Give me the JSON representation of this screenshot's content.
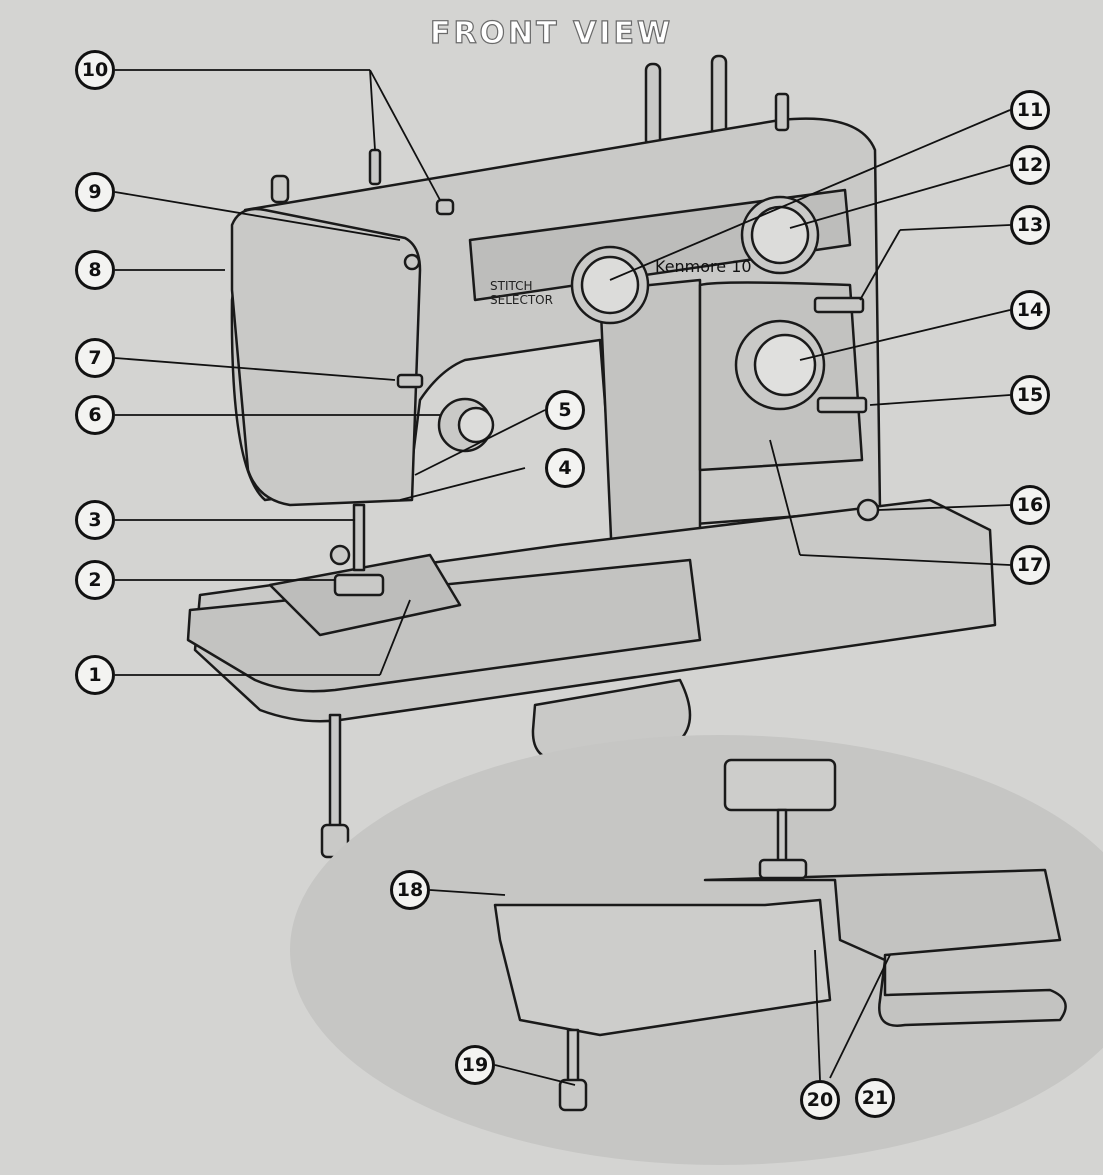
{
  "title": "FRONT VIEW",
  "callouts": [
    "1",
    "2",
    "3",
    "4",
    "5",
    "6",
    "7",
    "8",
    "9",
    "10",
    "11",
    "12",
    "13",
    "14",
    "15",
    "16",
    "17",
    "18",
    "19",
    "20",
    "21"
  ],
  "machine": {
    "brand": "Kenmore 10",
    "panel_label_1": "STITCH",
    "panel_label_2": "SELECTOR"
  },
  "colors": {
    "background": "#d4d4d2",
    "line": "#1a1a1a",
    "machine_fill": "#c8c8c6"
  }
}
